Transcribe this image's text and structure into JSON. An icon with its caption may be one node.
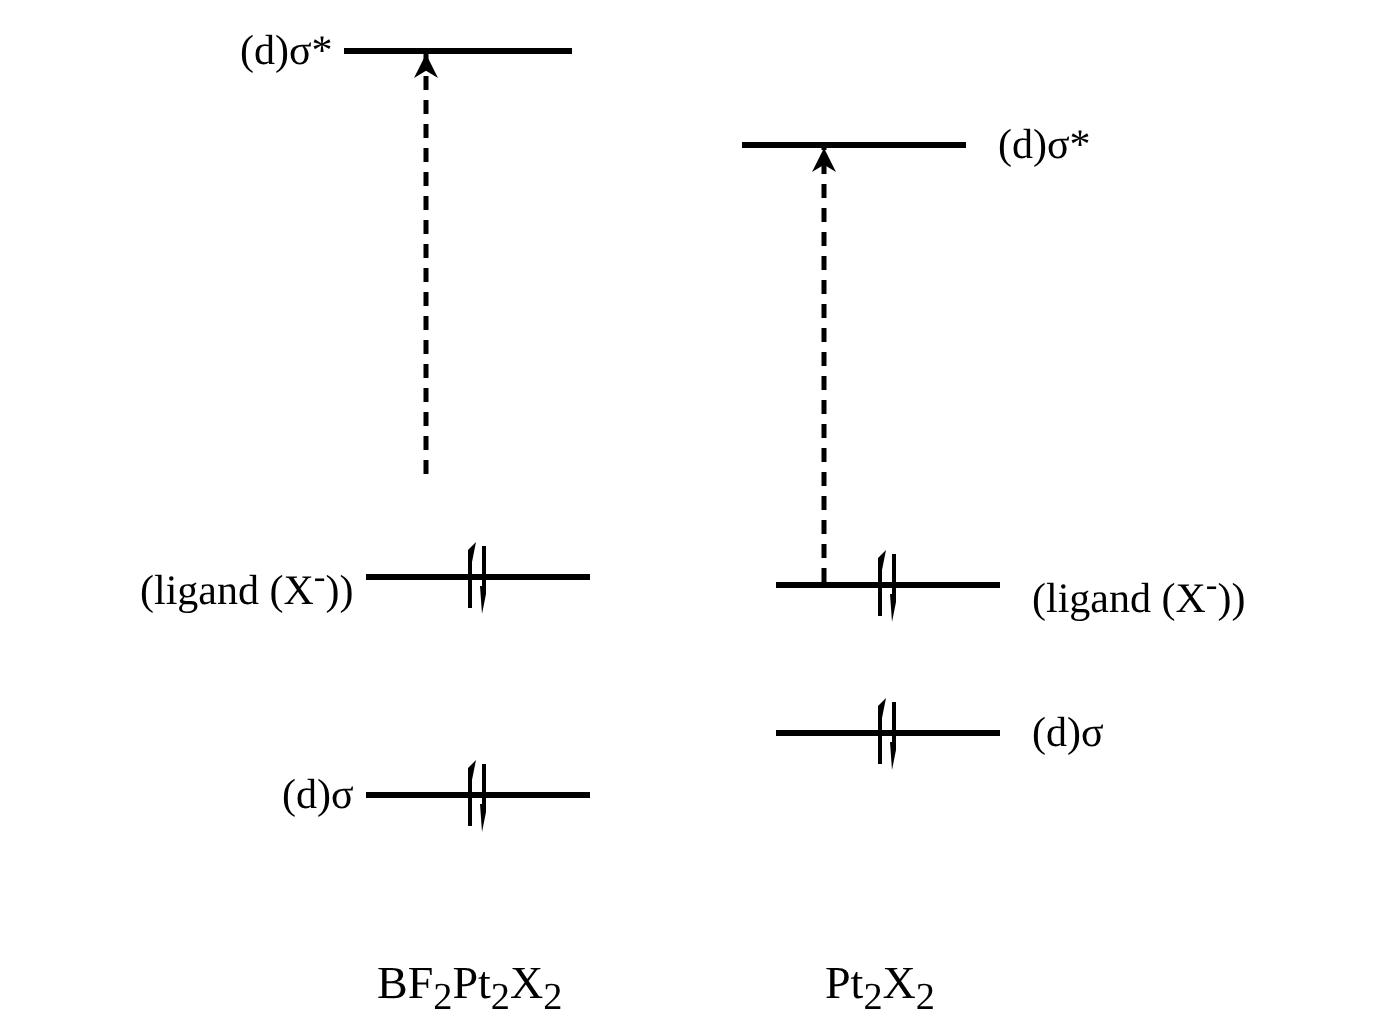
{
  "diagram": {
    "nodes": [
      {
        "text": [],
        "shape": "bar",
        "beside": [
          "(d)σ*"
        ]
      },
      {
        "text": [],
        "shape": "bar",
        "beside": [
          "(d)σ*"
        ]
      },
      {
        "text": [],
        "shape": "bar",
        "beside": [
          "(ligand (X$^{-}$))"
        ]
      },
      {
        "text": [],
        "shape": "bar",
        "beside": [
          "(ligand (X$^{-}$))"
        ]
      },
      {
        "text": [],
        "shape": "bar",
        "beside": [
          "(d)σ"
        ]
      },
      {
        "text": [],
        "shape": "bar",
        "beside": [
          "(d)σ"
        ]
      }
    ],
    "edges": [
      {
        "from": null,
        "to": 0,
        "arrow": "to",
        "style": "dashed"
      },
      {
        "from": 3,
        "to": 1,
        "arrow": "to",
        "style": "dashed"
      }
    ],
    "labels": [
      "BF$_{2}$Pt$_{2}$X$_{2}$",
      "Pt$_{2}$X$_{2}$"
    ]
  }
}
